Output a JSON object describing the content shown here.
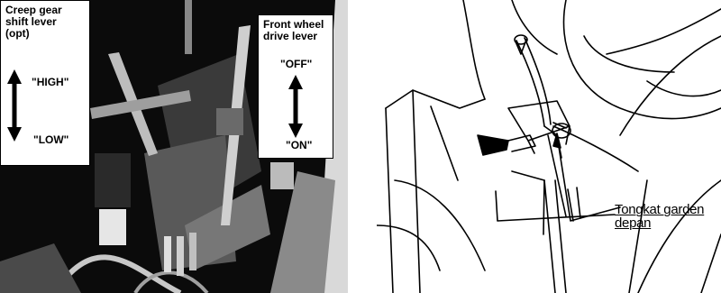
{
  "left_panel": {
    "creep_callout": {
      "lines": [
        "Creep gear",
        "shift lever",
        "(opt)"
      ],
      "high": "\"HIGH\"",
      "low": "\"LOW\""
    },
    "front_callout": {
      "lines": [
        "Front wheel",
        "drive lever"
      ],
      "off": "\"OFF\"",
      "on": "\"ON\""
    }
  },
  "right_panel": {
    "label_lines": [
      "Tongkat garden",
      "depan"
    ]
  },
  "icons": [
    "double-arrow-icon"
  ],
  "colors": {
    "photo_dark": "#0b0b0b",
    "ink": "#000000",
    "paper": "#ffffff"
  }
}
